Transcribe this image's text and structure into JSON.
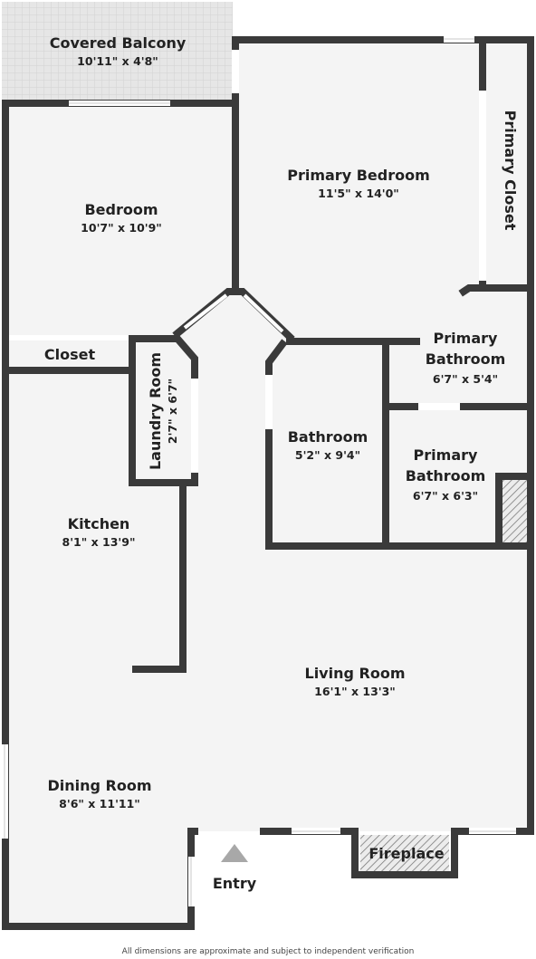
{
  "rooms": {
    "covered_balcony": {
      "name": "Covered Balcony",
      "dims": "10'11\" x 4'8\""
    },
    "primary_bedroom": {
      "name": "Primary Bedroom",
      "dims": "11'5\" x 14'0\""
    },
    "primary_closet": {
      "name": "Primary Closet"
    },
    "bedroom": {
      "name": "Bedroom",
      "dims": "10'7\" x 10'9\""
    },
    "closet": {
      "name": "Closet"
    },
    "laundry_room": {
      "name": "Laundry Room",
      "dims": "2'7\" x 6'7\""
    },
    "primary_bathroom_1": {
      "name_line1": "Primary",
      "name_line2": "Bathroom",
      "dims": "6'7\" x 5'4\""
    },
    "bathroom": {
      "name": "Bathroom",
      "dims": "5'2\" x 9'4\""
    },
    "primary_bathroom_2": {
      "name_line1": "Primary",
      "name_line2": "Bathroom",
      "dims": "6'7\" x 6'3\""
    },
    "kitchen": {
      "name": "Kitchen",
      "dims": "8'1\" x 13'9\""
    },
    "living_room": {
      "name": "Living Room",
      "dims": "16'1\" x 13'3\""
    },
    "dining_room": {
      "name": "Dining Room",
      "dims": "8'6\" x 11'11\""
    },
    "fireplace": {
      "name": "Fireplace"
    },
    "entry": {
      "name": "Entry"
    }
  },
  "disclaimer": "All dimensions are approximate and subject to independent verification",
  "colors": {
    "wall": "#3a3a3a",
    "floor": "#f4f4f4",
    "balcony": "#e6e6e6",
    "background": "#ffffff"
  }
}
